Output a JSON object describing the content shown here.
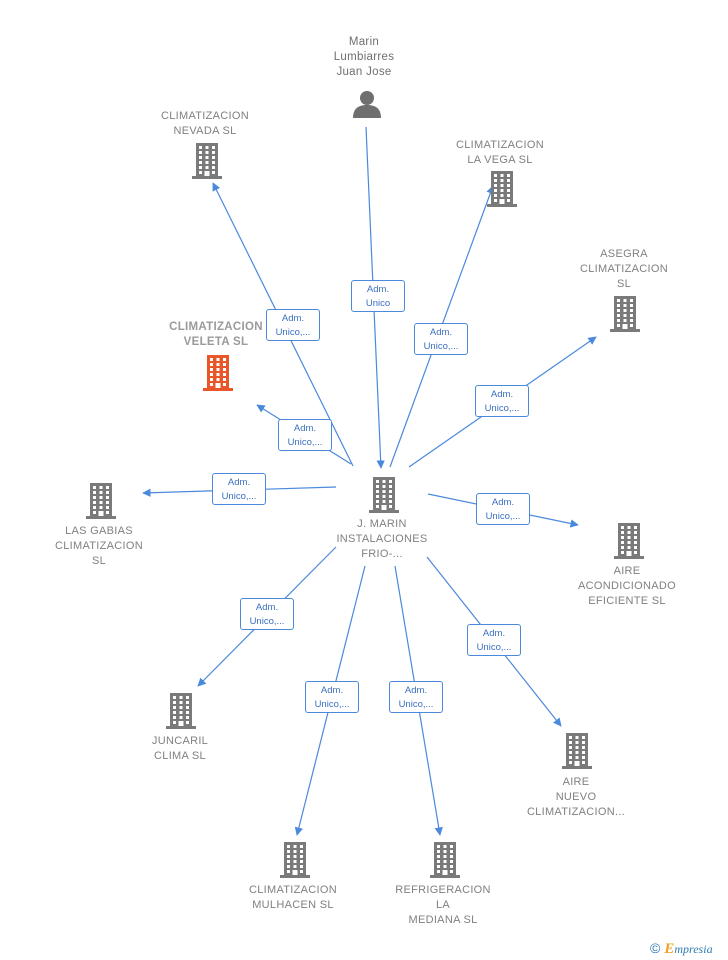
{
  "colors": {
    "edge": "#4a89dc",
    "building": "#7a7a7a",
    "highlight": "#e8562a",
    "person": "#6f6f6f"
  },
  "center": {
    "label": "J.  MARIN\nINSTALACIONES\nFRIO-...",
    "icon": "building-icon"
  },
  "person": {
    "label": "Marin\nLumbiarres\nJuan Jose",
    "icon": "person-icon",
    "relation": "Adm.\nUnico"
  },
  "companies": [
    {
      "id": "nevada",
      "label": "CLIMATIZACION\nNEVADA  SL",
      "relation": "Adm.\nUnico,..."
    },
    {
      "id": "la-vega",
      "label": "CLIMATIZACION\nLA VEGA  SL",
      "relation": "Adm.\nUnico,..."
    },
    {
      "id": "asegra",
      "label": "ASEGRA\nCLIMATIZACION\nSL",
      "relation": "Adm.\nUnico,..."
    },
    {
      "id": "veleta",
      "label": "CLIMATIZACION\nVELETA  SL",
      "relation": "Adm.\nUnico,...",
      "highlight": true
    },
    {
      "id": "las-gabias",
      "label": "LAS GABIAS\nCLIMATIZACION\nSL",
      "relation": "Adm.\nUnico,..."
    },
    {
      "id": "aire-eficiente",
      "label": "AIRE\nACONDICIONADO\nEFICIENTE  SL",
      "relation": "Adm.\nUnico,..."
    },
    {
      "id": "juncaril",
      "label": "JUNCARIL\nCLIMA  SL",
      "relation": "Adm.\nUnico,..."
    },
    {
      "id": "aire-nuevo",
      "label": "AIRE\nNUEVO\nCLIMATIZACION...",
      "relation": "Adm.\nUnico,..."
    },
    {
      "id": "mulhacen",
      "label": "CLIMATIZACION\nMULHACEN  SL",
      "relation": "Adm.\nUnico,..."
    },
    {
      "id": "mediana",
      "label": "REFRIGERACION\nLA\nMEDIANA  SL",
      "relation": "Adm.\nUnico,..."
    }
  ],
  "footer": {
    "copyright": "©",
    "brand_initial": "E",
    "brand_rest": "mpresia"
  }
}
